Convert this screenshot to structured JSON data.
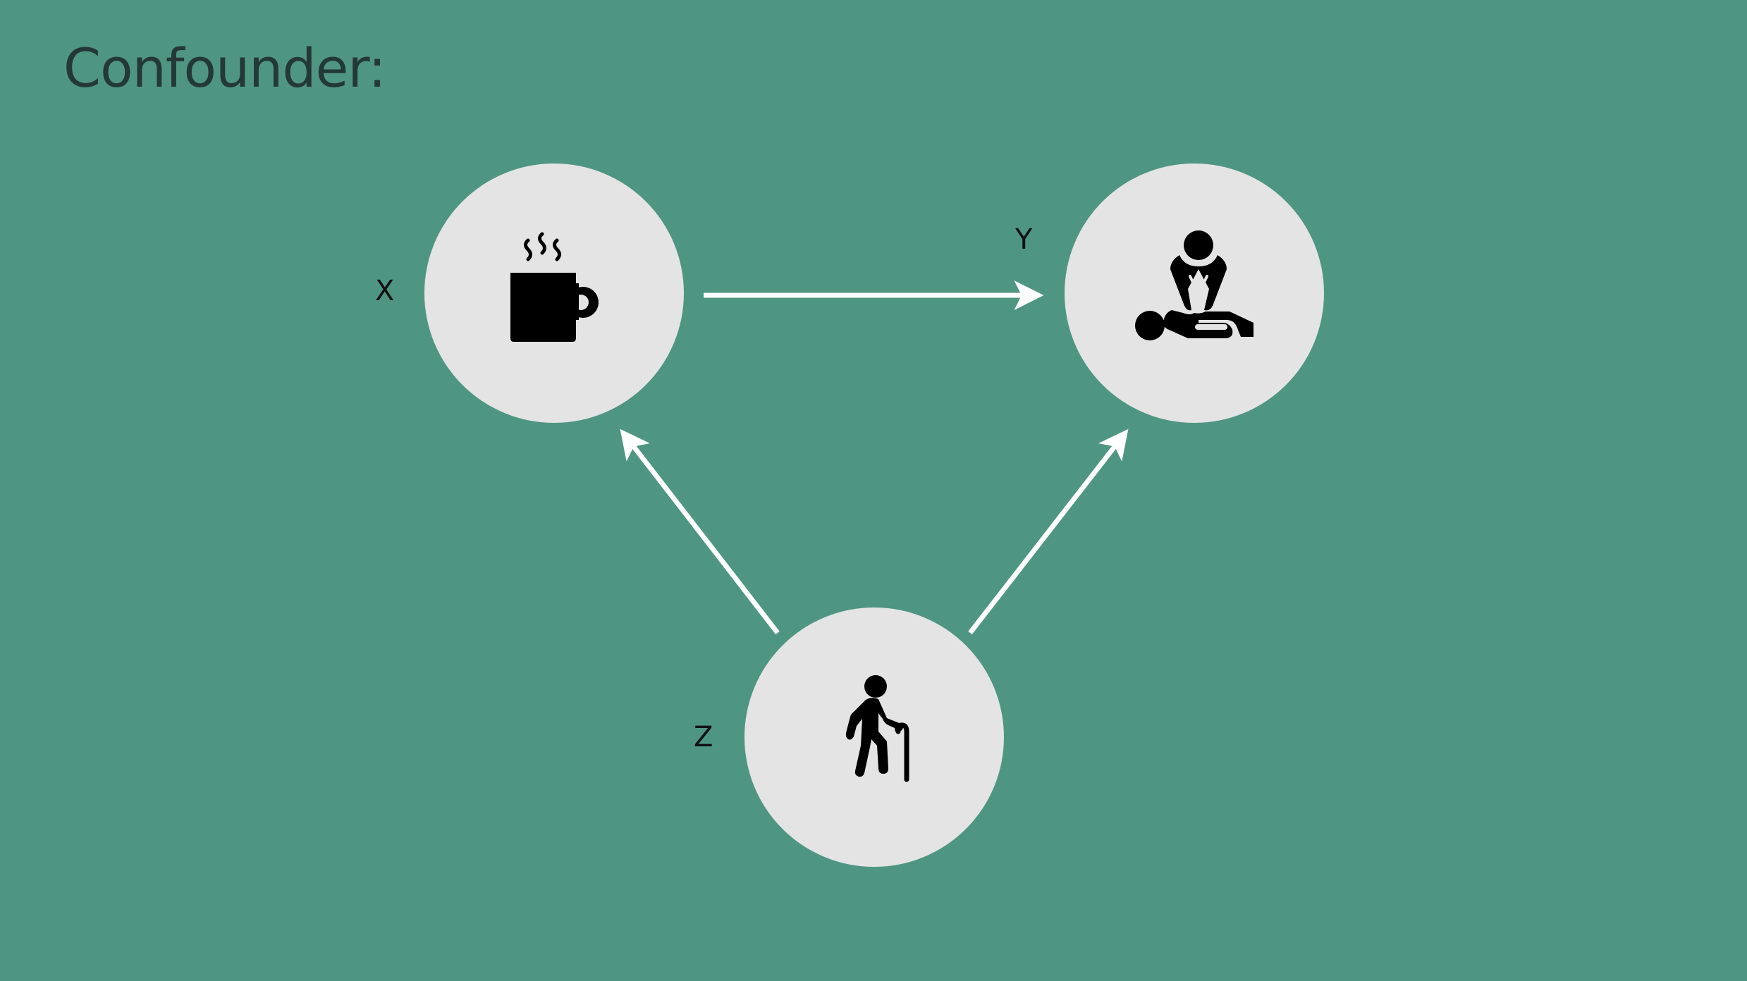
{
  "title": "Confounder:",
  "nodes": {
    "x": {
      "label": "X",
      "icon": "coffee-mug-icon"
    },
    "y": {
      "label": "Y",
      "icon": "cpr-icon"
    },
    "z": {
      "label": "Z",
      "icon": "elderly-person-icon"
    }
  },
  "edges": [
    {
      "from": "X",
      "to": "Y"
    },
    {
      "from": "Z",
      "to": "X"
    },
    {
      "from": "Z",
      "to": "Y"
    }
  ],
  "colors": {
    "background": "#4f9682",
    "node_fill": "#e4e4e4",
    "arrow": "#ffffff",
    "title_text": "#243838"
  }
}
